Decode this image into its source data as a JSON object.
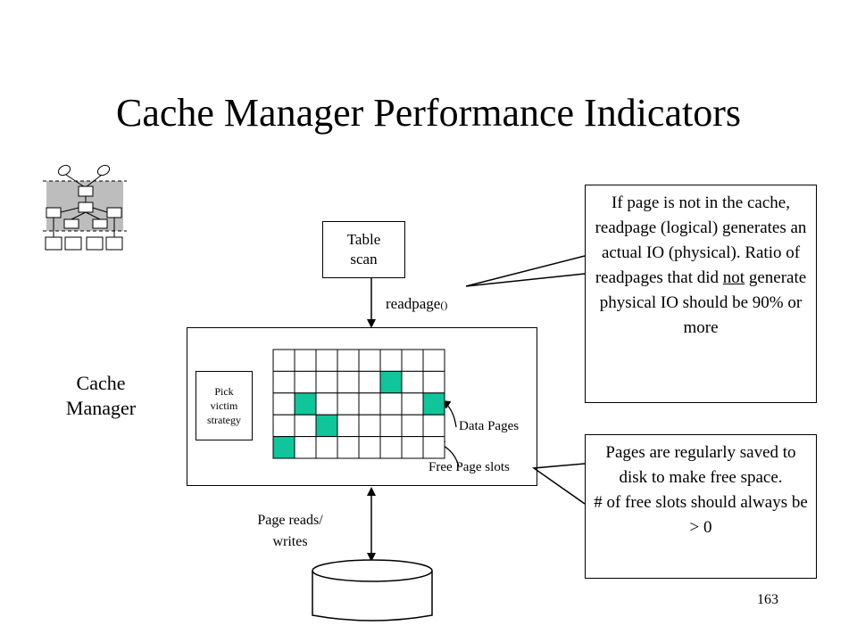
{
  "title": "Cache Manager Performance Indicators",
  "table_scan": {
    "line1": "Table",
    "line2": "scan"
  },
  "readpage_label": {
    "main": "readpage",
    "paren": "()"
  },
  "cache_manager_label": {
    "line1": "Cache",
    "line2": "Manager"
  },
  "pick_victim": {
    "line1": "Pick",
    "line2": "victim",
    "line3": "strategy"
  },
  "data_pages_label": "Data Pages",
  "free_slots_label": "Free Page slots",
  "page_rw_label": {
    "line1": "Page reads/",
    "line2": "writes"
  },
  "callout_top": {
    "part1": "If page is not in the cache, readpage (logical) generates an actual IO (physical). Ratio of readpages that did ",
    "underlined": "not",
    "part2": " generate physical IO should be 90% or more"
  },
  "callout_bottom": {
    "line1": "Pages are regularly saved to disk to make free space.",
    "line2": "# of free slots should always be > 0"
  },
  "page_number": "163",
  "colors": {
    "filled_cell": "#10c59a",
    "line": "#000000",
    "icon_band": "#bdbdbd"
  },
  "grid": {
    "rows": 5,
    "cols": 8,
    "filled_cells": [
      [
        1,
        5
      ],
      [
        2,
        1
      ],
      [
        2,
        7
      ],
      [
        3,
        2
      ],
      [
        4,
        0
      ]
    ]
  }
}
